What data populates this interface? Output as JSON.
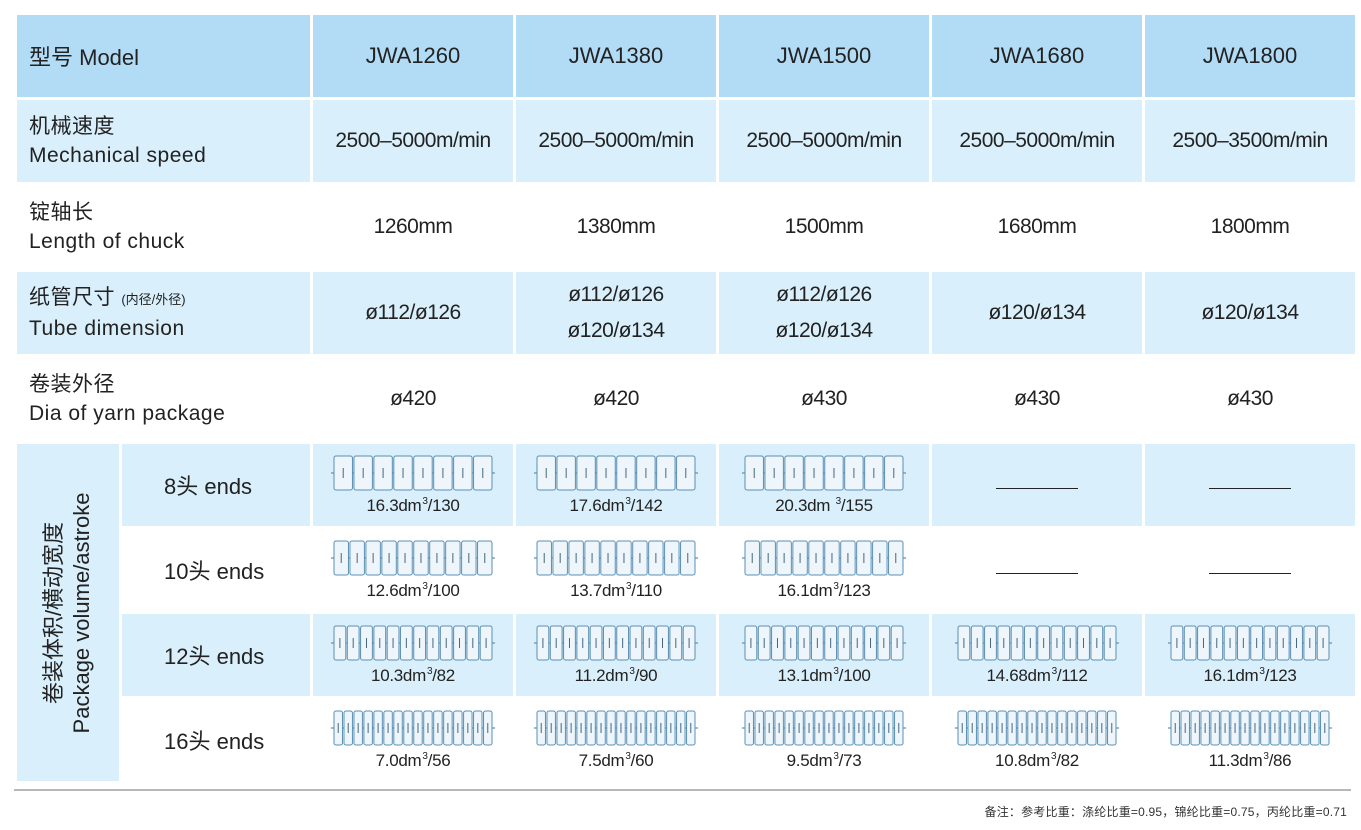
{
  "header": {
    "model_label": "型号 Model",
    "models": [
      "JWA1260",
      "JWA1380",
      "JWA1500",
      "JWA1680",
      "JWA1800"
    ]
  },
  "rows": {
    "speed": {
      "label_cn": "机械速度",
      "label_en": "Mechanical speed",
      "values": [
        "2500–5000m/min",
        "2500–5000m/min",
        "2500–5000m/min",
        "2500–5000m/min",
        "2500–3500m/min"
      ]
    },
    "chuck": {
      "label_cn": "锭轴长",
      "label_en": "Length of chuck",
      "values": [
        "1260mm",
        "1380mm",
        "1500mm",
        "1680mm",
        "1800mm"
      ]
    },
    "tube": {
      "label_cn": "纸管尺寸",
      "label_note": "(内径/外径)",
      "label_en": "Tube dimension",
      "values": [
        [
          "ø112/ø126"
        ],
        [
          "ø112/ø126",
          "ø120/ø134"
        ],
        [
          "ø112/ø126",
          "ø120/ø134"
        ],
        [
          "ø120/ø134"
        ],
        [
          "ø120/ø134"
        ]
      ]
    },
    "package_dia": {
      "label_cn": "卷装外径",
      "label_en": "Dia of yarn package",
      "values": [
        "ø420",
        "ø420",
        "ø430",
        "ø430",
        "ø430"
      ]
    }
  },
  "package_volume": {
    "label_cn": "卷装体积/横动宽度",
    "label_en": "Package volume/astroke",
    "rows": [
      {
        "ends_label": "8头 ends",
        "ends": 8,
        "cells": [
          {
            "vol": "16.3dm",
            "stroke": "/130"
          },
          {
            "vol": "17.6dm",
            "stroke": "/142"
          },
          {
            "vol": "20.3dm ",
            "stroke": "/155"
          },
          null,
          null
        ]
      },
      {
        "ends_label": "10头 ends",
        "ends": 10,
        "cells": [
          {
            "vol": "12.6dm",
            "stroke": "/100"
          },
          {
            "vol": "13.7dm",
            "stroke": "/110"
          },
          {
            "vol": "16.1dm",
            "stroke": "/123"
          },
          null,
          null
        ]
      },
      {
        "ends_label": "12头 ends",
        "ends": 12,
        "cells": [
          {
            "vol": "10.3dm",
            "stroke": "/82"
          },
          {
            "vol": "11.2dm",
            "stroke": "/90"
          },
          {
            "vol": "13.1dm",
            "stroke": "/100"
          },
          {
            "vol": "14.68dm",
            "stroke": "/112"
          },
          {
            "vol": "16.1dm",
            "stroke": "/123"
          }
        ]
      },
      {
        "ends_label": "16头 ends",
        "ends": 16,
        "cells": [
          {
            "vol": "7.0dm",
            "stroke": "/56"
          },
          {
            "vol": "7.5dm",
            "stroke": "/60"
          },
          {
            "vol": "9.5dm",
            "stroke": "/73"
          },
          {
            "vol": "10.8dm",
            "stroke": "/82"
          },
          {
            "vol": "11.3dm",
            "stroke": "/86"
          }
        ]
      }
    ],
    "cube_exponent": "3"
  },
  "footnote": "备注：参考比重：涤纶比重=0.95，锦纶比重=0.75，丙纶比重=0.71",
  "colors": {
    "header_blue": "#b2dcf5",
    "row_blue": "#d9effb",
    "package_outline": "#5a8fb5"
  }
}
